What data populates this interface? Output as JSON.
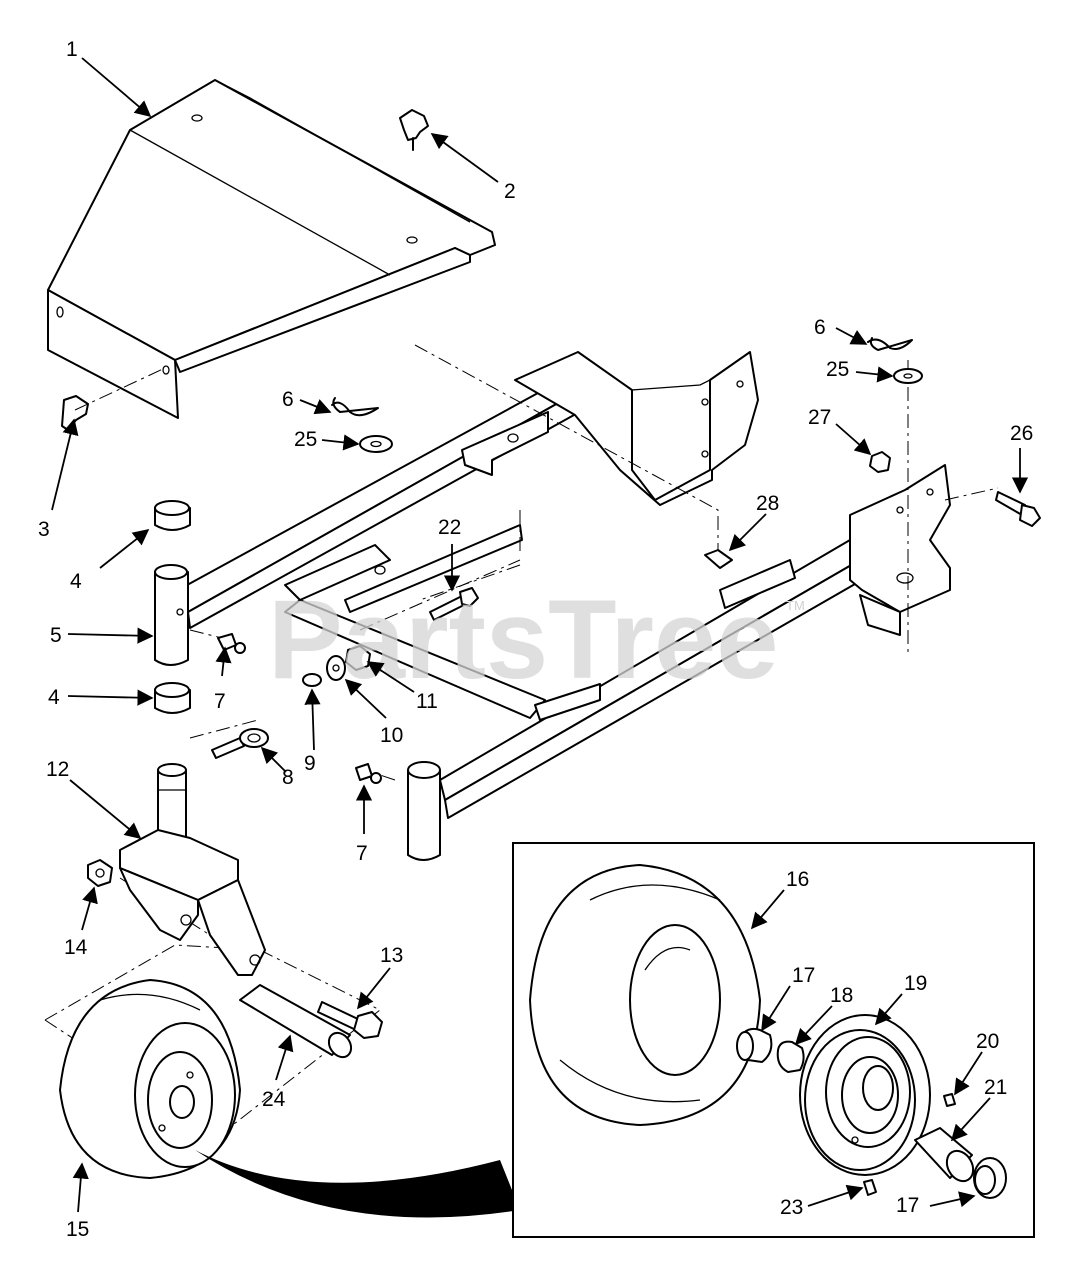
{
  "watermark": {
    "text": "PartsTree",
    "mark": "TM"
  },
  "callouts": [
    {
      "id": "c1",
      "label": "1"
    },
    {
      "id": "c2",
      "label": "2"
    },
    {
      "id": "c3",
      "label": "3"
    },
    {
      "id": "c4a",
      "label": "4"
    },
    {
      "id": "c4b",
      "label": "4"
    },
    {
      "id": "c5",
      "label": "5"
    },
    {
      "id": "c6a",
      "label": "6"
    },
    {
      "id": "c6b",
      "label": "6"
    },
    {
      "id": "c7a",
      "label": "7"
    },
    {
      "id": "c7b",
      "label": "7"
    },
    {
      "id": "c8",
      "label": "8"
    },
    {
      "id": "c9",
      "label": "9"
    },
    {
      "id": "c10",
      "label": "10"
    },
    {
      "id": "c11",
      "label": "11"
    },
    {
      "id": "c12",
      "label": "12"
    },
    {
      "id": "c13",
      "label": "13"
    },
    {
      "id": "c14",
      "label": "14"
    },
    {
      "id": "c15",
      "label": "15"
    },
    {
      "id": "c16",
      "label": "16"
    },
    {
      "id": "c17a",
      "label": "17"
    },
    {
      "id": "c17b",
      "label": "17"
    },
    {
      "id": "c18",
      "label": "18"
    },
    {
      "id": "c19",
      "label": "19"
    },
    {
      "id": "c20",
      "label": "20"
    },
    {
      "id": "c21",
      "label": "21"
    },
    {
      "id": "c22",
      "label": "22"
    },
    {
      "id": "c23",
      "label": "23"
    },
    {
      "id": "c24",
      "label": "24"
    },
    {
      "id": "c25a",
      "label": "25"
    },
    {
      "id": "c25b",
      "label": "25"
    },
    {
      "id": "c26",
      "label": "26"
    },
    {
      "id": "c27",
      "label": "27"
    },
    {
      "id": "c28",
      "label": "28"
    }
  ]
}
